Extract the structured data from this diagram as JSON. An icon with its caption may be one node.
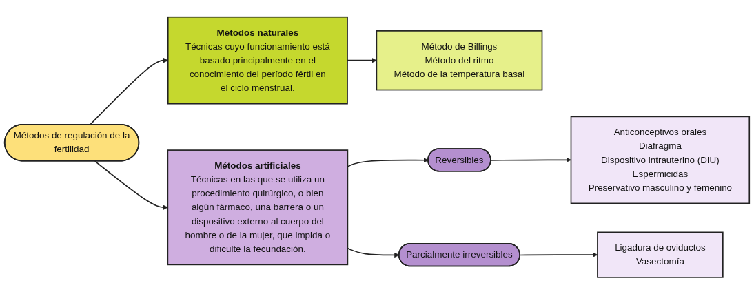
{
  "diagram": {
    "nodes": [
      {
        "text": [
          "Métodos de regulación de la fertilidad"
        ]
      },
      {
        "text": [
          "Métodos naturales",
          "Técnicas cuyo funcionamiento está basado principalmente en el conocimiento del período fértil en el ciclo menstrual."
        ]
      },
      {
        "text": [
          "Método de Billings",
          "Método del ritmo",
          "Método de la temperatura basal"
        ]
      },
      {
        "text": [
          "Métodos artificiales",
          "Técnicas en las que se utiliza un procedimiento quirúrgico, o bien algún fármaco, una barrera o un dispositivo externo al cuerpo del hombre o de la mujer, que impida o dificulte la fecundación."
        ]
      },
      {
        "text": [
          "Reversibles"
        ]
      },
      {
        "text": [
          "Anticonceptivos orales",
          "Diafragma",
          "Dispositivo intrauterino (DIU)",
          "Espermicidas",
          "Preservativo masculino y femenino"
        ]
      },
      {
        "text": [
          "Parcialmente irreversibles"
        ]
      },
      {
        "text": [
          "Ligadura de oviductos",
          "Vasectomía"
        ]
      }
    ],
    "edges": [
      {
        "from": 0,
        "to": 1,
        "arrow": "to"
      },
      {
        "from": 0,
        "to": 3,
        "arrow": "to"
      },
      {
        "from": 1,
        "to": 2,
        "arrow": "to"
      },
      {
        "from": 3,
        "to": 4,
        "arrow": "to"
      },
      {
        "from": 3,
        "to": 6,
        "arrow": "to"
      },
      {
        "from": 4,
        "to": 5,
        "arrow": "to"
      },
      {
        "from": 6,
        "to": 7,
        "arrow": "to"
      }
    ]
  }
}
